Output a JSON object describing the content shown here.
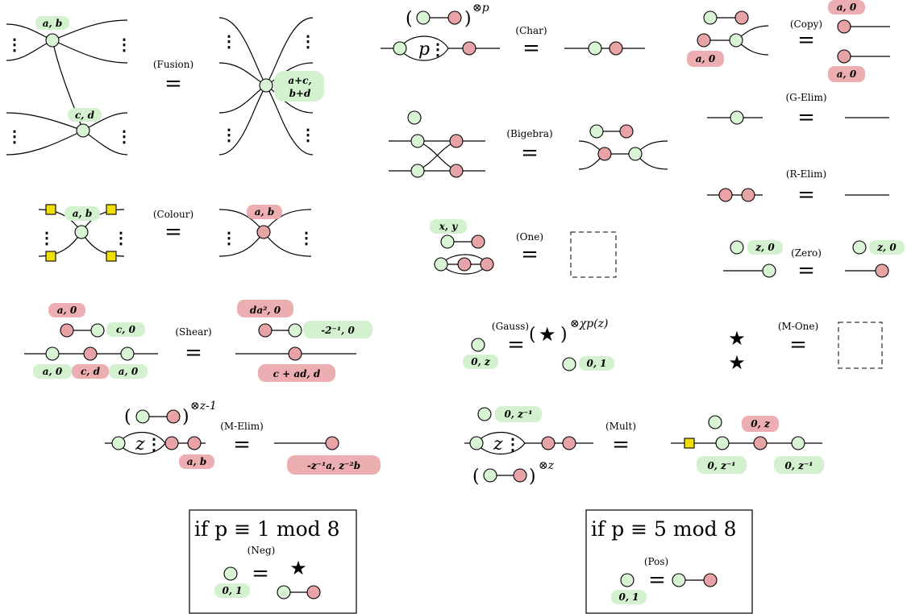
{
  "rules": {
    "fusion": "(Fusion)",
    "colour": "(Colour)",
    "shear": "(Shear)",
    "m_elim": "(M-Elim)",
    "char": "(Char)",
    "bigebra": "(Bigebra)",
    "one": "(One)",
    "gauss": "(Gauss)",
    "mult": "(Mult)",
    "copy": "(Copy)",
    "g_elim": "(G-Elim)",
    "r_elim": "(R-Elim)",
    "zero": "(Zero)",
    "m_one": "(M-One)",
    "neg": "(Neg)",
    "pos": "(Pos)"
  },
  "equals": "=",
  "phases": {
    "fusion_top": "a, b",
    "fusion_bottom": "c, d",
    "fusion_result_1": "a+c,",
    "fusion_result_2": "b+d",
    "colour_left": "a, b",
    "colour_right": "a, b",
    "shear_top_red": "a, 0",
    "shear_top_green": "c, 0",
    "shear_bottom_green_left": "a, 0",
    "shear_bottom_red": "c, d",
    "shear_bottom_green_right": "a, 0",
    "shear_result_red": "da², 0",
    "shear_result_green": "-2⁻¹, 0",
    "shear_result_bottom": "c + ad, d",
    "m_elim_left": "a, b",
    "m_elim_right": "-z⁻¹a, z⁻²b",
    "one_left": "x, y",
    "gauss_left": "0, z",
    "gauss_right": "0, 1",
    "mult_left": "0, z⁻¹",
    "mult_red": "0, z",
    "mult_green_left": "0, z⁻¹",
    "mult_green_right": "0, z⁻¹",
    "copy_left": "a, 0",
    "copy_right_top": "a, 0",
    "copy_right_bottom": "a, 0",
    "zero_left": "z, 0",
    "zero_right": "z, 0",
    "neg_left": "0, 1",
    "pos_left": "0, 1"
  },
  "math": {
    "char_power": "⊗p",
    "char_inner": "p",
    "gauss_power": "⊗χp(z)",
    "m_elim_power": "⊗z-1",
    "m_elim_inner": "z",
    "mult_inner": "z",
    "mult_power": "⊗z",
    "paren_open": "(",
    "paren_close": ")",
    "star": "★",
    "dots": "⋮"
  },
  "conditions": {
    "neg": "if p ≡ 1  mod 8",
    "pos": "if p ≡ 5  mod 8"
  },
  "colors": {
    "green_spider": "#d8f4d5",
    "red_spider": "#e8a3a6",
    "hadamard": "#f0e000",
    "green_phase_bg": "#d3f1cf",
    "red_phase_bg": "#ecaeb1"
  }
}
